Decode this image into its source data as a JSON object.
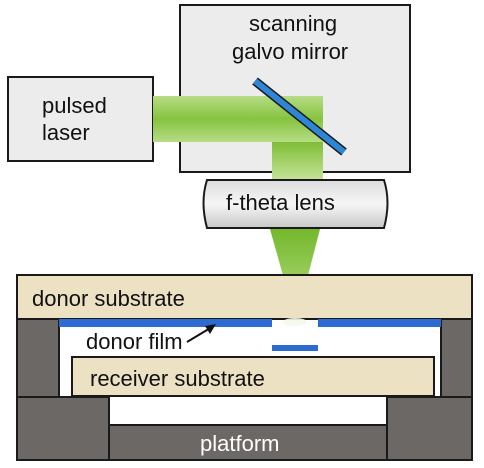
{
  "labels": {
    "laser": [
      "pulsed",
      "laser"
    ],
    "galvo": [
      "scanning",
      "galvo mirror"
    ],
    "lens": "f-theta lens",
    "donor_substrate": "donor substrate",
    "donor_film": "donor film",
    "receiver_substrate": "receiver substrate",
    "platform": "platform"
  },
  "colors": {
    "laser_beam": "#8cc63e",
    "mirror": "#2e86d6",
    "donor_film": "#2e6bd1",
    "box_fill": "#ececec",
    "substrate_fill": "#ede1c4",
    "support_fill": "#6c6866"
  }
}
